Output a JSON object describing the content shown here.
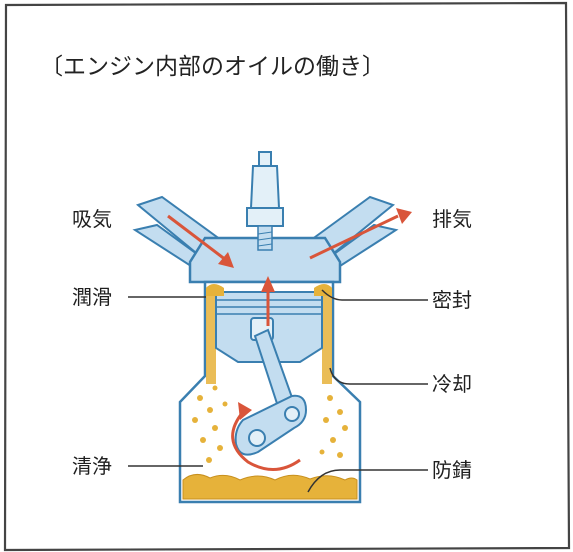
{
  "title": "〔エンジン内部のオイルの働き〕",
  "labels": {
    "intake": "吸気",
    "exhaust": "排気",
    "lubrication": "潤滑",
    "sealing": "密封",
    "cooling": "冷却",
    "cleaning": "清浄",
    "rust_prevention": "防錆"
  },
  "colors": {
    "outline": "#3a7fb0",
    "body_fill": "#c3ddf0",
    "body_fill_light": "#e3f0f8",
    "oil": "#e6b23a",
    "oil_dark": "#c8901e",
    "arrow": "#d9553a",
    "frame": "#444444"
  }
}
